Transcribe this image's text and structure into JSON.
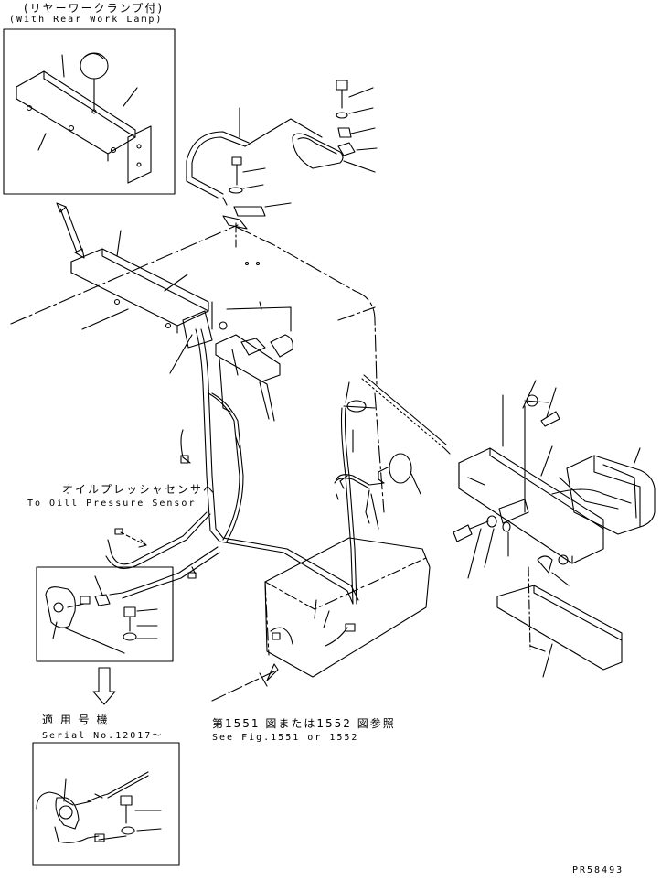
{
  "labels": {
    "rear_lamp_jp": "(リヤーワークランプ付)",
    "rear_lamp_en": "(With Rear Work Lamp)",
    "oil_sensor_jp": "オイルプレッシャセンサへ",
    "oil_sensor_en": "To Oill Pressure Sensor",
    "serial_jp": "適 用 号 機",
    "serial_en": "Serial No.12017～",
    "see_fig_jp": "第1551 図または1552 図参照",
    "see_fig_en": "See Fig.1551 or 1552",
    "drawing_no": "PR58493"
  },
  "colors": {
    "ink": "#000000",
    "paper": "#ffffff"
  }
}
